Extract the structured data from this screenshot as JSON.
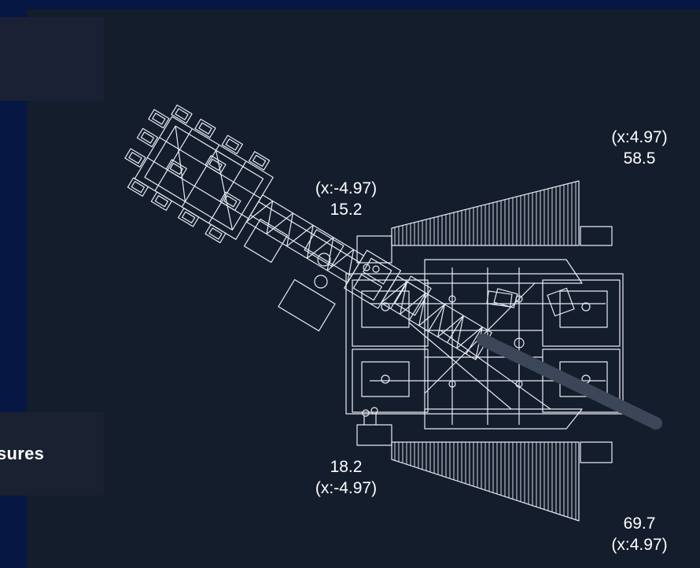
{
  "side_panel": {
    "bottom_card_label": "sures"
  },
  "measurements": {
    "upper_left": {
      "coord": "(x:-4.97)",
      "value": "15.2"
    },
    "upper_right": {
      "coord": "(x:4.97)",
      "value": "58.5"
    },
    "lower_left": {
      "value": "18.2",
      "coord": "(x:-4.97)"
    },
    "lower_right": {
      "value": "69.7",
      "coord": "(x:4.97)"
    }
  },
  "colors": {
    "page_background": "#061743",
    "panel_background": "#141d2c",
    "wireframe": "#e8ecf2",
    "boom_handle": "#3c4659",
    "text": "#ffffff"
  }
}
